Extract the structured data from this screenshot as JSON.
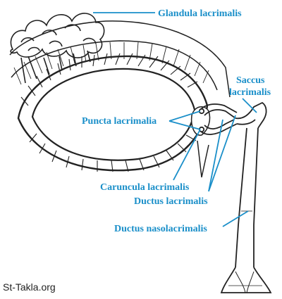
{
  "diagram": {
    "labels": {
      "glandula": "Glandula lacrimalis",
      "saccus_line1": "Saccus",
      "saccus_line2": "lacrimalis",
      "puncta": "Puncta lacrimalia",
      "caruncula": "Caruncula lacrimalis",
      "ductus": "Ductus lacrimalis",
      "nasolacrimalis": "Ductus nasolacrimalis"
    },
    "watermark": "St-Takla.org"
  },
  "colors": {
    "label": "#1a8fc9",
    "leader": "#1a8fc9",
    "ink": "#222222",
    "paper": "#ffffff"
  }
}
